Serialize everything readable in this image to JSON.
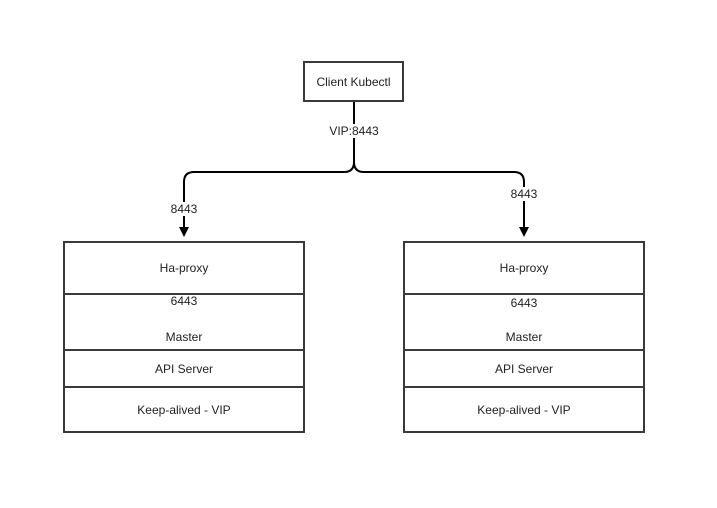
{
  "client": {
    "label": "Client Kubectl"
  },
  "edges": {
    "vip_label": "VIP:8443",
    "left_label": "8443",
    "right_label": "8443"
  },
  "nodes": [
    {
      "haproxy": "Ha-proxy",
      "port": "6443",
      "master": "Master",
      "api": "API Server",
      "keepalived": "Keep-alived - VIP"
    },
    {
      "haproxy": "Ha-proxy",
      "port": "6443",
      "master": "Master",
      "api": "API Server",
      "keepalived": "Keep-alived - VIP"
    }
  ]
}
